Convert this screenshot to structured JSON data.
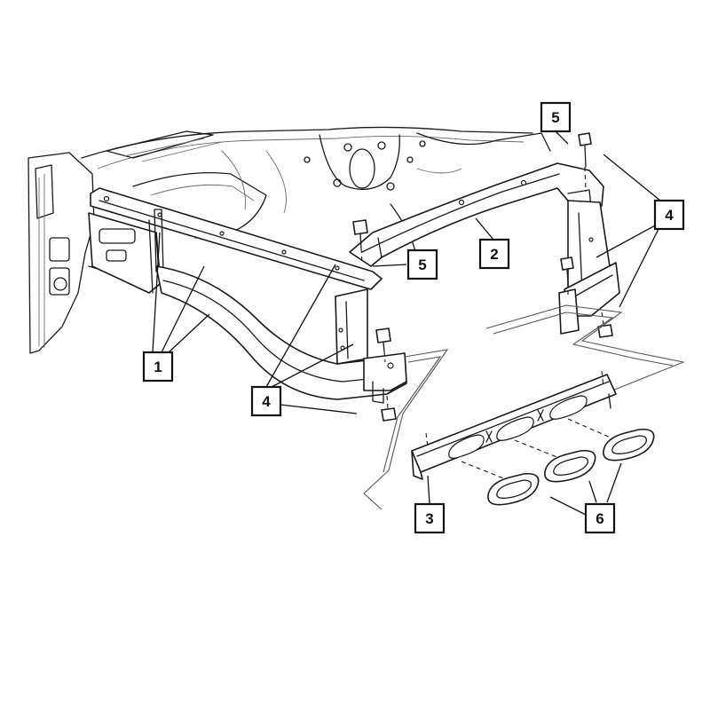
{
  "callouts": {
    "c1": "1",
    "c2": "2",
    "c3": "3",
    "c4_left": "4",
    "c4_right": "4",
    "c5_top": "5",
    "c5_mid": "5",
    "c6": "6"
  },
  "colors": {
    "ink": "#1a1a1a",
    "background": "#ffffff"
  }
}
